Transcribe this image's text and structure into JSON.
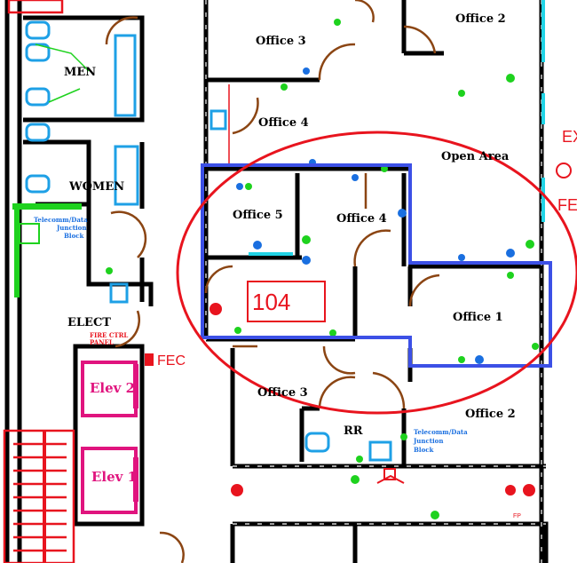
{
  "rooms": {
    "office3_top": "Office 3",
    "office2_top": "Office 2",
    "office4_top": "Office 4",
    "open_area": "Open Area",
    "office5": "Office 5",
    "office4_mid": "Office 4",
    "room_number": "104",
    "office1": "Office 1",
    "office3_bottom": "Office 3",
    "office2_bottom": "Office 2",
    "rr": "RR",
    "men": "MEN",
    "women": "WOMEN",
    "elect": "ELECT",
    "elev2": "Elev 2",
    "elev1": "Elev 1"
  },
  "annotations": {
    "fire_ctrl_panel_1": "FIRE CTRL",
    "fire_ctrl_panel_2": "PANEL",
    "fec": "FEC",
    "telecom_left": [
      "Telecomm/Data",
      "Junction",
      "Block"
    ],
    "telecom_right": [
      "Telecomm/Data",
      "Junction",
      "Block"
    ],
    "ex": "EX",
    "fe": "FE",
    "fp": "FP"
  },
  "colors": {
    "highlight_ellipse": "#e8141e",
    "selection_box": "#3c50e6",
    "walls": "#000000",
    "doors": "#8b4513"
  }
}
